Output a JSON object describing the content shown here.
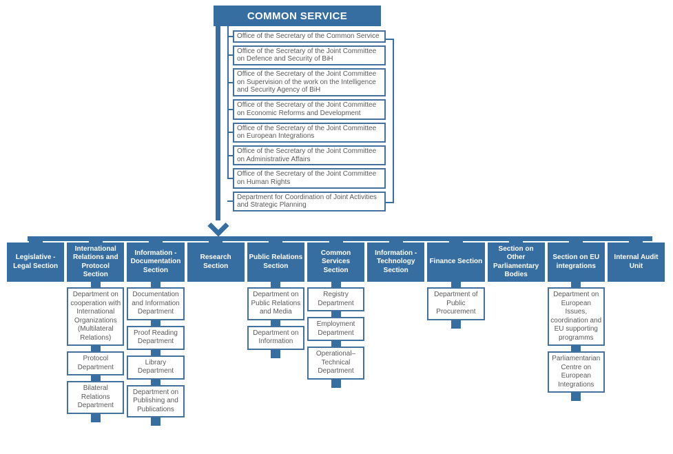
{
  "title": "COMMON SERVICE",
  "colors": {
    "primary_blue": "#376EA1",
    "box_border_blue": "#41719C",
    "box_text_gray": "#595959",
    "header_text": "#FFFFFF"
  },
  "offices": [
    {
      "label": "Office of the Secretary of the Common Service"
    },
    {
      "label": "Office of the Secretary of the Joint Committee on Defence and Security of BiH"
    },
    {
      "label": "Office of the Secretary of the Joint Committee on Supervision of the work on the Intelligence and Security Agency of BiH"
    },
    {
      "label": "Office of the Secretary of the Joint Committee on Economic Reforms and Development"
    },
    {
      "label": "Office of the Secretary of the Joint Committee on European Integrations"
    },
    {
      "label": "Office of the Secretary of the Joint Committee on Administrative Affairs"
    },
    {
      "label": "Office of the Secretary of the Joint Committee on Human Rights"
    },
    {
      "label": "Department for Coordination of Joint Activities and Strategic Planning"
    }
  ],
  "sections": [
    {
      "label": "Legislative - Legal Section",
      "departments": []
    },
    {
      "label": "International Relations and Protocol Section",
      "departments": [
        "Department on cooperation with International Organizations (Multilateral Relations)",
        "Protocol Department",
        "Bilateral Relations Department"
      ]
    },
    {
      "label": "Information - Documentation Section",
      "departments": [
        "Documentation and Information Department",
        "Proof Reading Department",
        "Library Department",
        "Department on Publishing and Publications"
      ]
    },
    {
      "label": "Research Section",
      "departments": []
    },
    {
      "label": "Public Relations Section",
      "departments": [
        "Department on Public Relations and Media",
        "Department on Information"
      ]
    },
    {
      "label": "Common Services Section",
      "departments": [
        "Registry Department",
        "Employment Department",
        "Operational–Technical Department"
      ]
    },
    {
      "label": "Information - Technology Section",
      "departments": []
    },
    {
      "label": "Finance Section",
      "departments": [
        "Department of Public Procurement"
      ]
    },
    {
      "label": "Section on Other Parliamentary Bodies",
      "departments": []
    },
    {
      "label": "Section on EU integrations",
      "departments": [
        "Department on European Issues, coordination and EU supporting programms",
        "Parliamentarian Centre on European Integrations"
      ]
    },
    {
      "label": "Internal Audit Unit",
      "departments": []
    }
  ]
}
